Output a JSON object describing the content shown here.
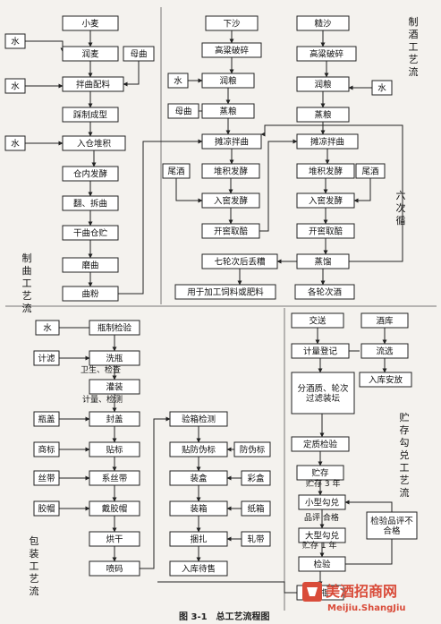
{
  "nodes": {
    "qu_xiaomai": "小麦",
    "qu_water1": "水",
    "qu_runmai": "润麦",
    "qu_muqu": "母曲",
    "qu_water2": "水",
    "qu_banqu": "拌曲配料",
    "qu_yazhi": "踩制成型",
    "qu_water3": "水",
    "qu_rucang": "入仓堆积",
    "qu_cangnei": "仓内发酵",
    "qu_fanqu": "翻、拆曲",
    "qu_ganqu": "干曲仓贮",
    "qu_fensui": "磨曲",
    "qu_qufen": "曲粉",
    "jiu_xiasha": "下沙",
    "jiu_gaoliang1": "高粱破碎",
    "jiu_water1": "水",
    "jiu_runliang1": "润粮",
    "jiu_muqu": "母曲",
    "jiu_zhengliang1": "蒸粮",
    "jiu_tanliang1": "摊凉拌曲",
    "jiu_weijiu1": "尾酒",
    "jiu_duiji1": "堆积发酵",
    "jiu_rujiao1": "入窖发酵",
    "jiu_kaijiao1": "开窖取醅",
    "jiu_zaosha": "糙沙",
    "jiu_gaoliang2": "高粱破碎",
    "jiu_runliang2": "润粮",
    "jiu_water2": "水",
    "jiu_zhengliang2": "蒸粮",
    "jiu_tanliang2": "摊凉拌曲",
    "jiu_duiji2": "堆积发酵",
    "jiu_weijiu2": "尾酒",
    "jiu_rujiao2": "入窖发酵",
    "jiu_kaijiao2": "开窖取醅",
    "jiu_zhengliu": "蒸馏",
    "jiu_qilun": "七轮次后丢糟",
    "jiu_feiliao": "用于加工饲料或肥料",
    "jiu_gelun": "各轮次酒",
    "cun_jiaosong": "交送",
    "cun_jiuku": "酒库",
    "cun_jiliang": "计量登记",
    "cun_liuxuan": "流选",
    "cun_fenjiu": "分酒质、轮次过滤装坛",
    "cun_ruku": "入库安放",
    "cun_dingzhi": "定质检验",
    "cun_zhucun": "贮存",
    "cun_xiaoxing": "小型勾兑",
    "cun_daxing": "大型勾兑",
    "cun_jianyan": "检验",
    "cun_pinjian": "检验品评不合格",
    "cun_yaoguan": "压瓶",
    "bz_water": "水",
    "bz_zhipin": "瓶制检验",
    "bz_jiliang": "计滤",
    "bz_xiping": "洗瓶",
    "bz_guanzhuang": "灌装",
    "bz_pinggai": "瓶盖",
    "bz_fenggai": "封盖",
    "bz_shangbiao": "商标",
    "bz_tiebiao": "贴标",
    "bz_sidai": "丝带",
    "bz_xisidai": "系丝带",
    "bz_jiaomao": "胶帽",
    "bz_daijiaomao": "戴胶帽",
    "bz_honggan": "烘干",
    "bz_penma": "喷码",
    "bz_yanpin": "验箱检测",
    "bz_tiefangwei": "贴防伪标",
    "bz_fangweibiao": "防伪标",
    "bz_zhuanghe": "装盒",
    "bz_caihe": "彩盒",
    "bz_zhuangxiang": "装箱",
    "bz_zhixiang": "纸箱",
    "bz_kunza": "捆扎",
    "bz_jiaodai": "轧带",
    "bz_ruku": "入库待售"
  },
  "notes": {
    "weisheng": "卫生、检查",
    "jiliang_jiance": "计量、检测",
    "zhucun_years": "贮存 3 年",
    "pinping": "品评 合格",
    "zhucun_1year": "贮存 1 年"
  },
  "section_labels": {
    "zhijiu": "制酒工艺流",
    "zhiqu": "制曲工艺流",
    "zhucun": "贮存勾兑工艺流",
    "baozhuang": "包装工艺流",
    "liuci": "六次循"
  },
  "caption": "图 3-1　总工艺流程图",
  "watermark": {
    "line1": "美酒招商网",
    "line2": "Meijiu.ShangJiu"
  }
}
